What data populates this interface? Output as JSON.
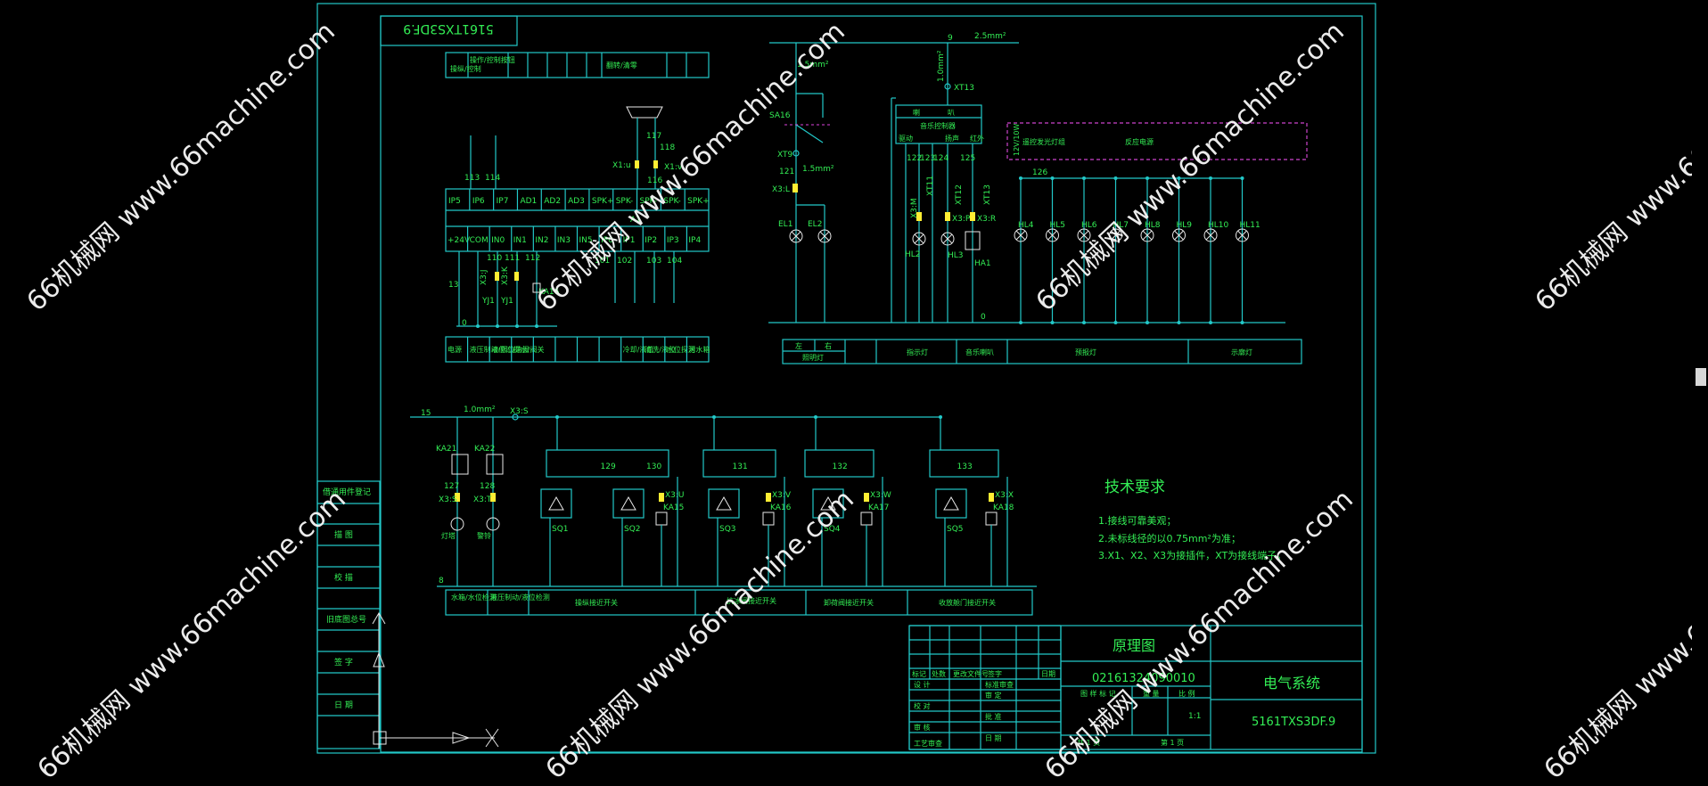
{
  "header_code_mirrored": "5161TXS3DF.9",
  "top_left_table": {
    "cells": [
      "操作/控制按钮",
      "操纵/控制",
      "翻转/清零"
    ]
  },
  "plc": {
    "top_numbers": [
      "113",
      "114"
    ],
    "top_row": [
      "IP5",
      "IP6",
      "IP7",
      "AD1",
      "AD2",
      "AD3",
      "SPK+",
      "SPK-",
      "SPK-",
      "SPK-",
      "SPK+"
    ],
    "module": "A1",
    "bottom_row": [
      "+24V",
      "COM",
      "IN0",
      "IN1",
      "IN2",
      "IN3",
      "IN5",
      "IP0",
      "IP1",
      "IP2",
      "IP3",
      "IP4"
    ],
    "wire_numbers": [
      "110",
      "111",
      "112",
      "101",
      "102",
      "103",
      "104"
    ],
    "wire_13": "13",
    "wire_0": "0",
    "x3_labels": [
      "X3:J",
      "X3:K"
    ],
    "coils": [
      "YJ1",
      "YJ1",
      "KA16"
    ],
    "spk_labels": [
      "117",
      "118",
      "X1:u",
      "X1:v",
      "116"
    ],
    "bottom_table": [
      "电源",
      "液压制动/限位",
      "液位过/油温",
      "提水/阀关",
      "",
      "",
      "",
      "",
      "冷却/液位",
      "清洗/液位",
      "水位探测",
      "污水箱"
    ]
  },
  "light_circuit": {
    "wire_9": "9",
    "wire_size_main": "2.5mm²",
    "wire_size_1": "1.5mm²",
    "wire_size_2": "1.5mm²",
    "wire_size_3": "1.0mm²",
    "sa": "SA16",
    "xt9": "XT9",
    "w121": "121",
    "x3l": "X3:L",
    "el": [
      "EL1",
      "EL2"
    ],
    "xt13": "XT13",
    "box_labels": [
      "喇",
      "叭",
      "音乐控制器",
      "驱动",
      "扬声",
      "红外"
    ],
    "wires_12x": [
      "122",
      "123",
      "124",
      "125"
    ],
    "xt_cols": [
      "X3:M",
      "XT11",
      "XT12",
      "XT13"
    ],
    "x3_pr": [
      "X3:P",
      "X3:R"
    ],
    "hl_small": [
      "HL2",
      "HL3",
      "HA1"
    ],
    "dashed_labels": [
      "12V/10W",
      "遥控发光灯组",
      "反应电源"
    ],
    "w126": "126",
    "hl_lamps": [
      "HL4",
      "HL5",
      "HL6",
      "HL7",
      "HL8",
      "HL9",
      "HL10",
      "HL11"
    ],
    "wire_0": "0",
    "bottom_table": [
      "左",
      "右",
      "照明灯",
      "指示灯",
      "音乐喇叭",
      "预报灯",
      "示廓灯"
    ]
  },
  "sensor_circuit": {
    "wire_15": "15",
    "wire_size": "1.0mm²",
    "x3s": "X3:S",
    "relays": [
      "KA21",
      "KA22"
    ],
    "relay_wires": [
      "127",
      "128"
    ],
    "relay_x3": [
      "X3:S",
      "X3:T"
    ],
    "relay_labels": [
      "灯塔",
      "警铃"
    ],
    "groups": [
      {
        "wire": "129",
        "wire2": "130",
        "sq": [
          "SQ1",
          "SQ2"
        ],
        "x3": "X3:U",
        "ka": "KA15"
      },
      {
        "wire": "131",
        "sq": [
          "SQ3"
        ],
        "x3": "X3:V",
        "ka": "KA16"
      },
      {
        "wire": "132",
        "sq": [
          "SQ4"
        ],
        "x3": "X3:W",
        "ka": "KA17"
      },
      {
        "wire": "133",
        "sq": [
          "SQ5"
        ],
        "x3": "X3:X",
        "ka": "KA18"
      }
    ],
    "wire_8": "8",
    "bottom_table": [
      "水箱/水位检测",
      "液压制动/液位检测",
      "操纵接近开关",
      "抗冰阀接近开关",
      "卸荷阀接近开关",
      "收放舱门接近开关"
    ]
  },
  "tech_requirements": {
    "title": "技术要求",
    "items": [
      "1.接线可靠美观；",
      "2.未标线径的以0.75mm²为准；",
      "3.X1、X2、X3为接插件，XT为接线端子。"
    ]
  },
  "left_side_table": [
    "借通用件登记",
    "描 图",
    "校 描",
    "旧底图总号",
    "签 字",
    "日 期"
  ],
  "title_block": {
    "drawing_title": "原理图",
    "drawing_number": "02161324090010",
    "system_name": "电气系统",
    "code": "5161TXS3DF.9",
    "scale_label": "比 例",
    "scale_value": "1:1",
    "sheet_info": "第 1 页",
    "left_labels": [
      "标记",
      "处数",
      "更改文件号",
      "签字",
      "日期",
      "设 计",
      "标准审查",
      "校 对",
      "审 定",
      "审 核",
      "批 准",
      "工艺审查",
      "日 期"
    ],
    "mid_labels": [
      "图 样 标 记",
      "重 量",
      "共 1 页"
    ]
  },
  "watermark": "66机械网 www.66machine.com"
}
